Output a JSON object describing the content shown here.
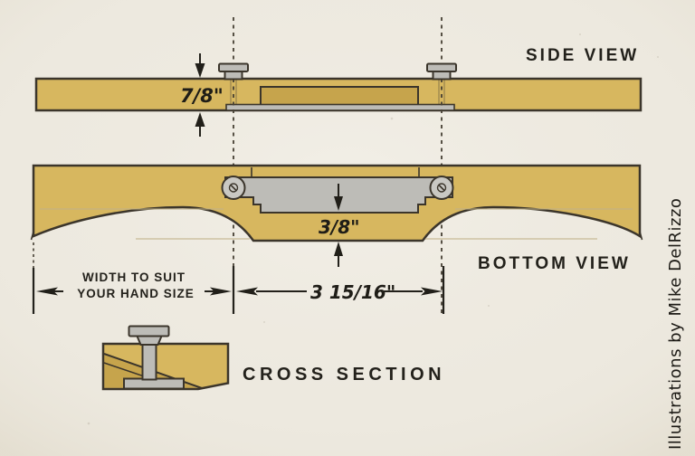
{
  "labels": {
    "side_view": "SIDE VIEW",
    "bottom_view": "BOTTOM VIEW",
    "cross_section": "CROSS SECTION"
  },
  "dims": {
    "thickness": "7/8\"",
    "mouth": "3/8\"",
    "blade_span": "3 15/16\"",
    "note1": "WIDTH TO SUIT",
    "note2": "YOUR HAND SIZE"
  },
  "credit": "Illustrations by Mike DelRizzo",
  "colors": {
    "paper": "#ede9df",
    "wood": "#d7b75f",
    "wood_shadow": "#c6a44c",
    "metal": "#bdbcb7",
    "metal_light": "#c9c8c3",
    "ink": "#3b352b",
    "text_ink": "#23211b",
    "guide": "#c2b38a"
  }
}
